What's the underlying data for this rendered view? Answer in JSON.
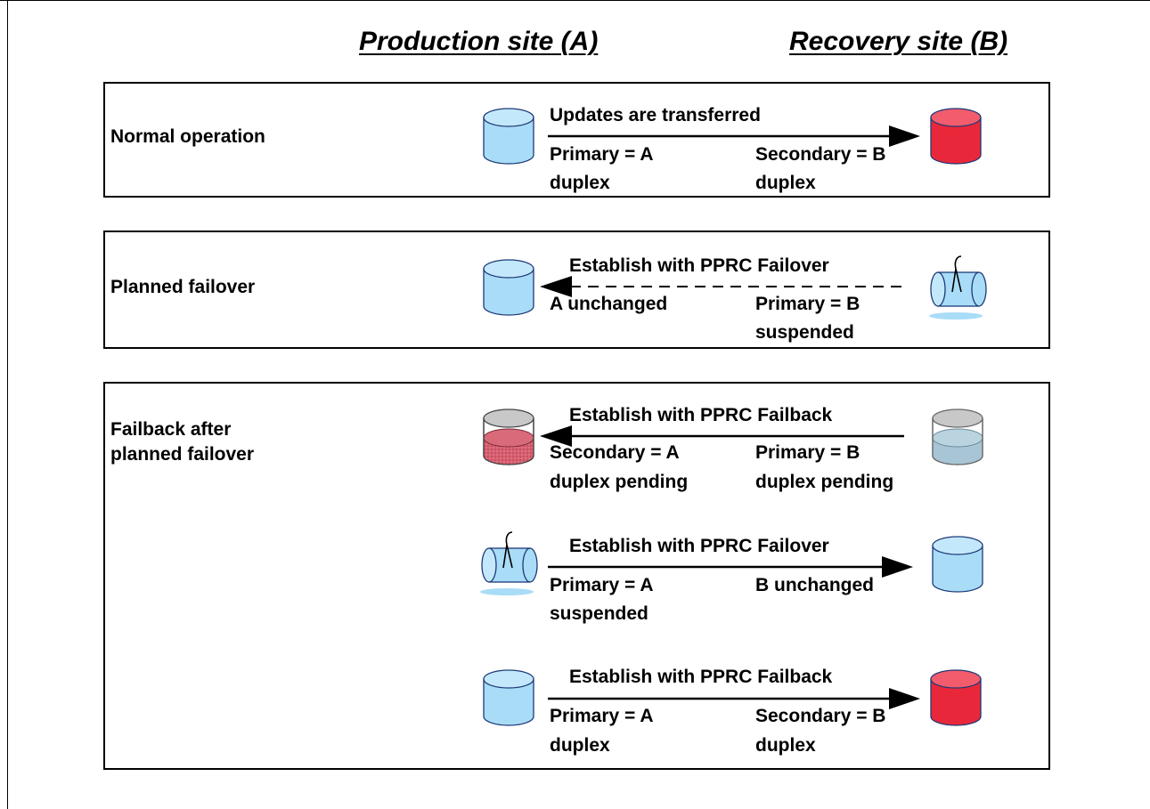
{
  "headers": {
    "production": "Production site (A)",
    "recovery": "Recovery site (B)"
  },
  "panels": [
    {
      "label": "Normal operation",
      "rows": [
        {
          "caption": "Updates are transferred",
          "left_line1": "Primary = A",
          "left_line2": "duplex",
          "right_line1": "Secondary = B",
          "right_line2": "duplex",
          "direction": "A-to-B",
          "line_style": "solid",
          "left_disk": "blue",
          "right_disk": "red"
        }
      ]
    },
    {
      "label": "Planned failover",
      "rows": [
        {
          "caption": "Establish with PPRC Failover",
          "left_line1": "A unchanged",
          "left_line2": "",
          "right_line1": "Primary = B",
          "right_line2": "suspended",
          "direction": "B-to-A",
          "line_style": "dashed",
          "left_disk": "blue",
          "right_disk": "suspended-blue"
        }
      ]
    },
    {
      "label": "Failback after\nplanned failover",
      "rows": [
        {
          "caption": "Establish with PPRC Failback",
          "left_line1": "Secondary = A",
          "left_line2": "duplex pending",
          "right_line1": "Primary = B",
          "right_line2": "duplex pending",
          "direction": "B-to-A",
          "line_style": "solid",
          "left_disk": "pending-red",
          "right_disk": "pending-blue"
        },
        {
          "caption": "Establish with PPRC Failover",
          "left_line1": "Primary = A",
          "left_line2": "suspended",
          "right_line1": "B unchanged",
          "right_line2": "",
          "direction": "A-to-B",
          "line_style": "solid",
          "left_disk": "suspended-blue",
          "right_disk": "blue"
        },
        {
          "caption": "Establish with PPRC Failback",
          "left_line1": "Primary = A",
          "left_line2": "duplex",
          "right_line1": "Secondary = B",
          "right_line2": "duplex",
          "direction": "A-to-B",
          "line_style": "solid",
          "left_disk": "blue",
          "right_disk": "red"
        }
      ]
    }
  ],
  "colors": {
    "blue_disk": "#a9dcf7",
    "blue_disk_top": "#c4e8fb",
    "red_disk": "#e8283a",
    "red_disk_top": "#f25c6c",
    "pending_red": "#d65f70",
    "pending_blue": "#a7c5d4",
    "grey_top": "#c8c8c8",
    "outline": "#1e3a78"
  }
}
